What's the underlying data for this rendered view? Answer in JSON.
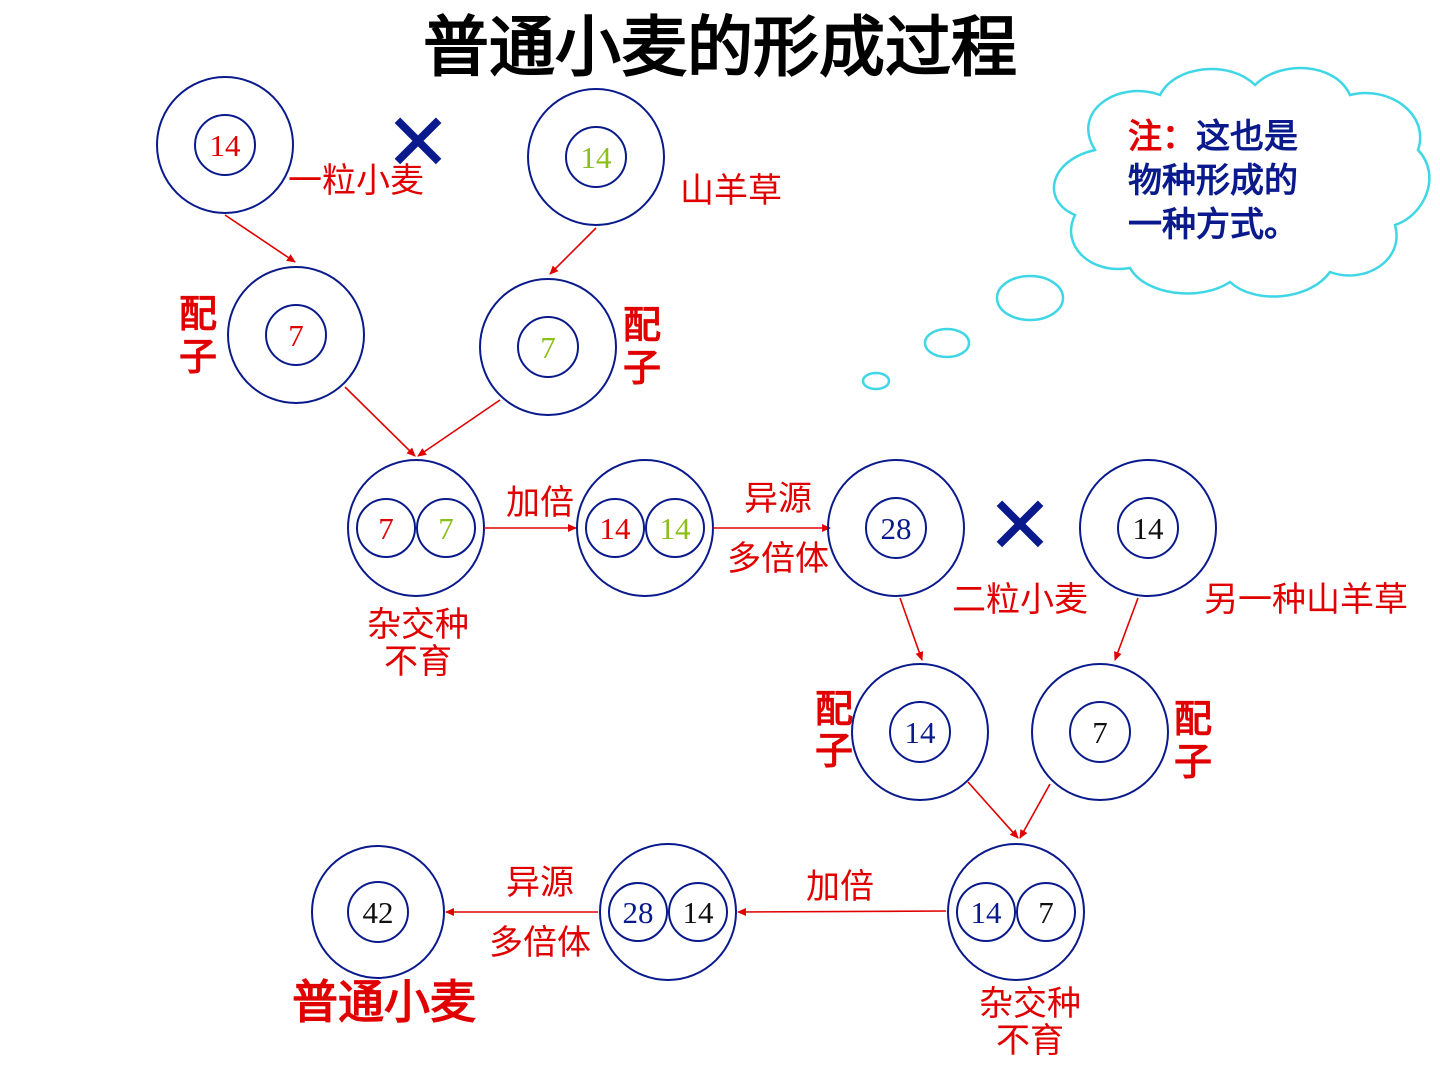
{
  "title": "普通小麦的形成过程",
  "colors": {
    "red": "#e00000",
    "navy": "#0a1a8c",
    "green": "#8bbf1a",
    "black": "#111111",
    "cyan": "#3fd6e6",
    "arrow": "#e00000"
  },
  "cross_symbol": "✕",
  "note": {
    "prefix": "注：",
    "line1": "这也是",
    "line2": "物种形成的",
    "line3": "一种方式。"
  },
  "step1": {
    "parent_a_num": "14",
    "parent_a_label": "一粒小麦",
    "parent_b_num": "14",
    "parent_b_label": "山羊草",
    "gamete_a_num": "7",
    "gamete_b_num": "7",
    "gamete_char1": "配",
    "gamete_char2": "子",
    "hybrid_num_a": "7",
    "hybrid_num_b": "7",
    "hybrid_label1": "杂交种",
    "hybrid_label2": "不育",
    "double_label": "加倍",
    "doubled_num_a": "14",
    "doubled_num_b": "14",
    "poly_label1": "异源",
    "poly_label2": "多倍体"
  },
  "step2": {
    "parent_a_num": "28",
    "parent_a_label": "二粒小麦",
    "parent_b_num": "14",
    "parent_b_label": "另一种山羊草",
    "gamete_a_num": "14",
    "gamete_b_num": "7",
    "hybrid_num_a": "14",
    "hybrid_num_b": "7",
    "hybrid_label1": "杂交种",
    "hybrid_label2": "不育",
    "double_label": "加倍",
    "doubled_num_a": "28",
    "doubled_num_b": "14",
    "poly_label1": "异源",
    "poly_label2": "多倍体",
    "final_num": "42",
    "final_label": "普通小麦"
  }
}
